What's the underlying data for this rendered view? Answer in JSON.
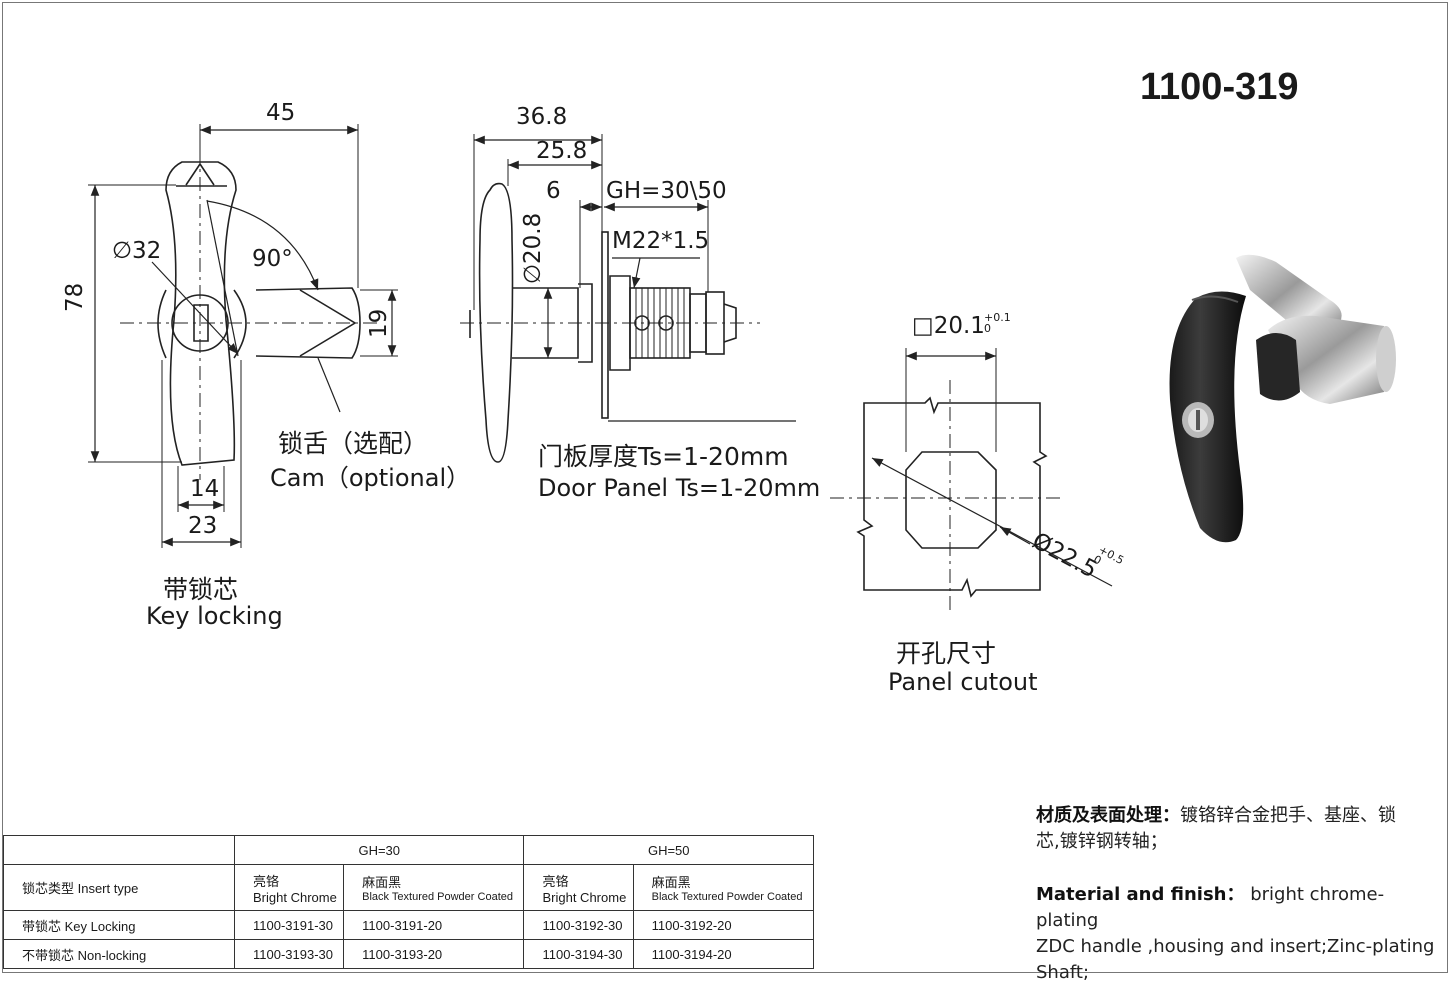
{
  "title": "1100-319",
  "dimensions": {
    "width_45": "45",
    "height_78": "78",
    "dia_32": "∅32",
    "angle_90": "90°",
    "cam_19": "19",
    "w_14": "14",
    "w_23": "23",
    "l_36_8": "36.8",
    "l_25_8": "25.8",
    "l_6": "6",
    "gh": "GH=30\\50",
    "dia_20_8": "∅20.8",
    "thread": "M22*1.5",
    "square": "□20.1",
    "square_tol": "+0.1 0",
    "dia_22_5": "Ø22.5",
    "dia_tol": "+0.5 0"
  },
  "captions": {
    "cam_cn": "锁舌（选配）",
    "cam_en": "Cam（optional）",
    "panel_cn": "门板厚度Ts=1-20mm",
    "panel_en": "Door Panel Ts=1-20mm",
    "key_cn": "带锁芯",
    "key_en": "Key locking",
    "cutout_cn": "开孔尺寸",
    "cutout_en": "Panel cutout"
  },
  "material": {
    "cn_label": "材质及表面处理：",
    "cn_text_1": "镀铬锌合金把手、基座、锁",
    "cn_text_2": "芯,镀锌钢转轴；",
    "en_label": "Material and finish：",
    "en_text_1": "bright chrome-plating",
    "en_text_2": "ZDC handle ,housing and insert;Zinc-plating",
    "en_text_3": "Shaft;"
  },
  "table": {
    "group_30": "GH=30",
    "group_50": "GH=50",
    "insert_type": "锁芯类型 Insert type",
    "chrome_cn": "亮铬",
    "chrome_en": "Bright Chrome",
    "black_cn": "麻面黑",
    "black_en": "Black Textured Powder Coated",
    "rows": [
      {
        "label": "带锁芯  Key Locking",
        "c1": "1100-3191-30",
        "c2": "1100-3191-20",
        "c3": "1100-3192-30",
        "c4": "1100-3192-20"
      },
      {
        "label": "不带锁芯  Non-locking",
        "c1": "1100-3193-30",
        "c2": "1100-3193-20",
        "c3": "1100-3194-30",
        "c4": "1100-3194-20"
      }
    ]
  }
}
